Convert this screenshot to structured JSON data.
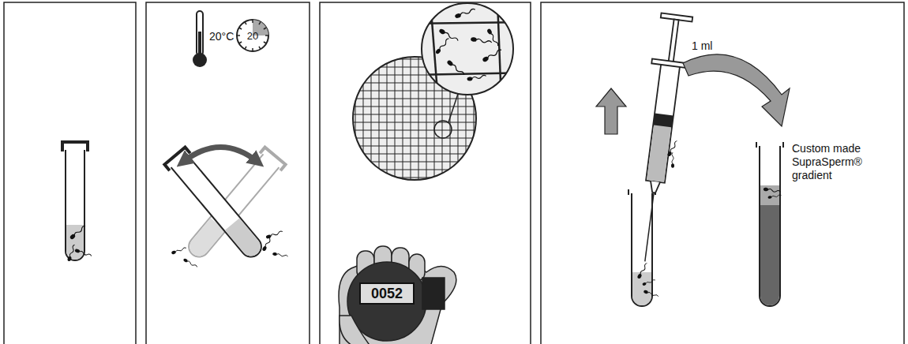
{
  "diagram": {
    "nodes": [
      {
        "text": [
          "20"
        ]
      },
      {
        "text": [
          "0052"
        ]
      }
    ],
    "labels": [
      "20°C",
      "1 ml",
      "Custom made SupraSperm® gradient"
    ]
  }
}
